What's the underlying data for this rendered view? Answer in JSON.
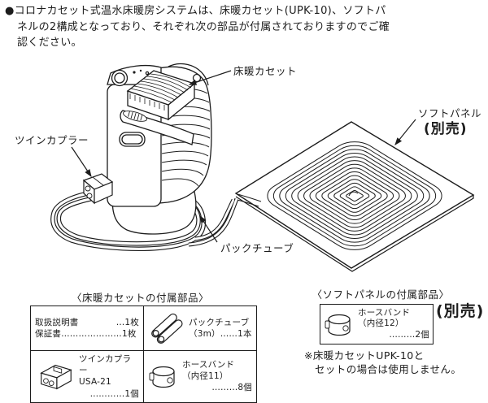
{
  "intro": {
    "line1": "●コロナカセット式温水床暖房システムは、床暖カセット(UPK-10)、ソフトパ",
    "line2": "ネルの2構成となっており、それぞれ次の部品が付属されておりますのでご確",
    "line3": "認ください。"
  },
  "diagram": {
    "cassette_label": "床暖カセット",
    "soft_panel_label": "ソフトパネル",
    "soft_panel_sold_separately": "(別売)",
    "twin_coupler_label": "ツインカプラー",
    "pack_tube_label": "パックチューブ"
  },
  "cassette_parts": {
    "title": "〈床暖カセットの付属部品〉",
    "docs": {
      "name1": "取扱説明書",
      "qty1": "…1枚",
      "line2": "保証書…………………1枚"
    },
    "tube": {
      "name": "パックチューブ",
      "qty": "（3m）……1本"
    },
    "coupler": {
      "name": "ツインカプラー",
      "model": "USA-21",
      "qty": "…………1個"
    },
    "band": {
      "name": "ホースバンド",
      "size": "（内径11）",
      "qty": "………8個"
    }
  },
  "panel_parts": {
    "title": "〈ソフトパネルの付属部品〉",
    "sold_separately": "(別売)",
    "band": {
      "name": "ホースバンド",
      "size": "（内径12）",
      "qty": "………2個"
    },
    "note1": "※床暖カセットUPK-10と",
    "note2": "セットの場合は使用しません。"
  },
  "colors": {
    "ink": "#1c1c1c",
    "paper": "#ffffff"
  }
}
